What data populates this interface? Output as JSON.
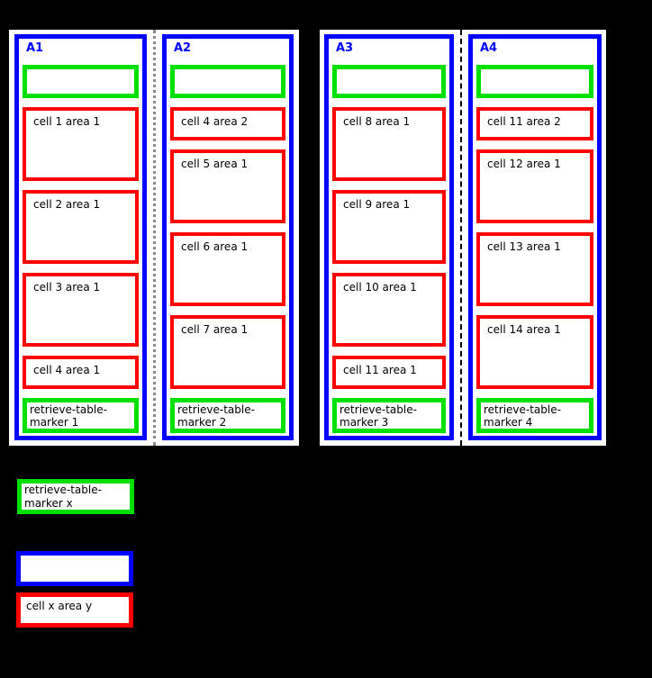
{
  "colors": {
    "page_background": "#000000",
    "panel_background": "#ffffff",
    "column_border": "#0000ff",
    "cell_border": "#ff0000",
    "marker_border": "#00e000",
    "left_divider": "#8a8a8a",
    "right_divider": "#000000",
    "title_text": "#0000ff",
    "cell_text": "#000000"
  },
  "panels": [
    {
      "columns": [
        {
          "title": "A1",
          "cells": [
            {
              "label": "cell 1 area 1"
            },
            {
              "label": "cell 2 area 1"
            },
            {
              "label": "cell 3 area 1"
            },
            {
              "label": "cell 4 area 1"
            }
          ],
          "marker_label": "retrieve-table-marker 1"
        },
        {
          "title": "A2",
          "cells": [
            {
              "label": "cell 4 area 2"
            },
            {
              "label": "cell 5 area 1"
            },
            {
              "label": "cell 6 area 1"
            },
            {
              "label": "cell 7 area 1"
            }
          ],
          "marker_label": "retrieve-table-marker 2"
        }
      ]
    },
    {
      "columns": [
        {
          "title": "A3",
          "cells": [
            {
              "label": "cell 8 area 1"
            },
            {
              "label": "cell 9 area 1"
            },
            {
              "label": "cell 10 area 1"
            },
            {
              "label": "cell 11 area 1"
            }
          ],
          "marker_label": "retrieve-table-marker 3"
        },
        {
          "title": "A4",
          "cells": [
            {
              "label": "cell 11 area 2"
            },
            {
              "label": "cell 12 area 1"
            },
            {
              "label": "cell 13 area 1"
            },
            {
              "label": "cell 14 area 1"
            }
          ],
          "marker_label": "retrieve-table-marker 4"
        }
      ]
    }
  ],
  "legend": {
    "marker_label": "retrieve-table-marker x",
    "cell_label": "cell x area y"
  }
}
